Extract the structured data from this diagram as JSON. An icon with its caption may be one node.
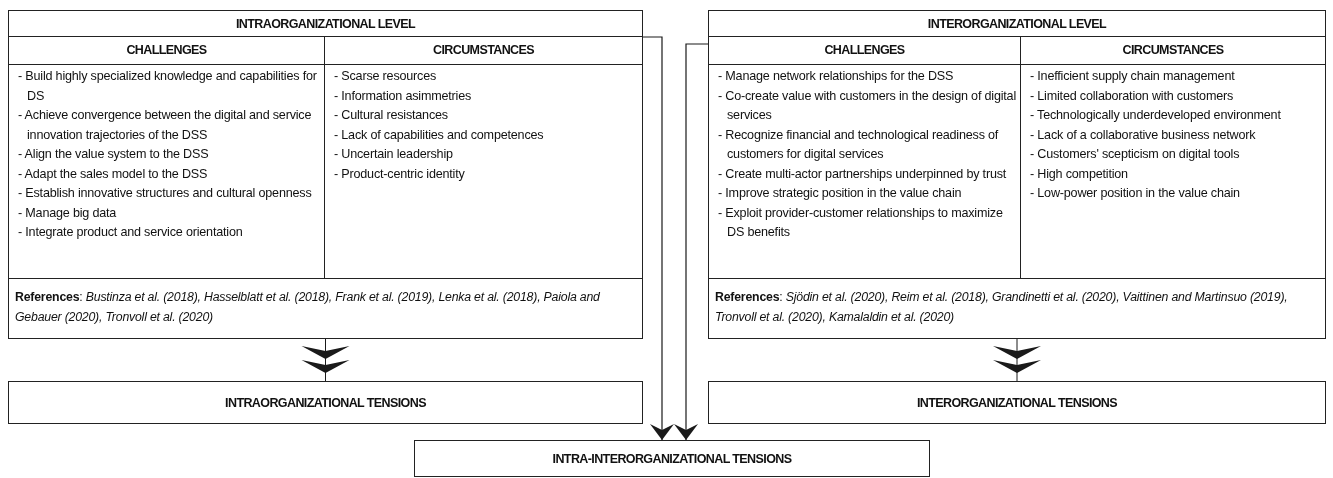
{
  "diagram": {
    "nodes": [
      {
        "text": [
          "INTRAORGANIZATIONAL LEVEL"
        ]
      },
      {
        "text": [
          "CHALLENGES",
          "- Build highly specialized knowledge and capabilities for DS",
          "- Achieve convergence between the digital and service innovation trajectories of the DSS",
          "- Align the value system to the DSS",
          "- Adapt the sales model to the DSS",
          "- Establish innovative structures and cultural openness",
          "- Manage big data",
          "- Integrate product and service orientation"
        ],
        "in": 0
      },
      {
        "text": [
          "CIRCUMSTANCES",
          "- Scarse resources",
          "- Information asimmetries",
          "- Cultural resistances",
          "- Lack of capabilities and competences",
          "- Uncertain leadership",
          "- Product-centric identity"
        ],
        "in": 0
      },
      {
        "text": [
          "**References**: *Bustinza et al. (2018), Hasselblatt et al. (2018), Frank et al. (2019), Lenka et al. (2018), Paiola and Gebauer (2020), Tronvoll et al. (2020)*"
        ],
        "in": 0
      },
      {
        "text": [
          "INTRAORGANIZATIONAL TENSIONS"
        ]
      },
      {
        "text": [
          "INTERORGANIZATIONAL LEVEL"
        ]
      },
      {
        "text": [
          "CHALLENGES",
          "- Manage network relationships for the DSS",
          "- Co-create value with customers in the design of digital services",
          "- Recognize financial and technological readiness of customers for digital services",
          "- Create multi-actor partnerships underpinned by trust",
          "- Improve strategic position in the value chain",
          "- Exploit provider-customer relationships to maximize DS benefits"
        ],
        "in": 5
      },
      {
        "text": [
          "CIRCUMSTANCES",
          "- Inefficient supply chain management",
          "- Limited collaboration with customers",
          "- Technologically underdeveloped environment",
          "- Lack of a collaborative business network",
          "- Customers' scepticism on digital tools",
          "- High competition",
          "- Low-power position in the value chain"
        ],
        "in": 5
      },
      {
        "text": [
          "**References**: *Sjödin et al. (2020), Reim et al. (2018), Grandinetti et al. (2020), Vaittinen and Martinsuo (2019), Tronvoll et al. (2020), Kamalaldin et al. (2020)*"
        ],
        "in": 5
      },
      {
        "text": [
          "INTERORGANIZATIONAL TENSIONS"
        ]
      },
      {
        "text": [
          "INTRA-INTERORGANIZATIONAL TENSIONS"
        ]
      }
    ],
    "edges": [
      {
        "from": 0,
        "to": 4,
        "arrow": "to"
      },
      {
        "from": 5,
        "to": 9,
        "arrow": "to"
      },
      {
        "from": 0,
        "to": 10,
        "arrow": "to"
      },
      {
        "from": 5,
        "to": 10,
        "arrow": "to"
      }
    ]
  }
}
